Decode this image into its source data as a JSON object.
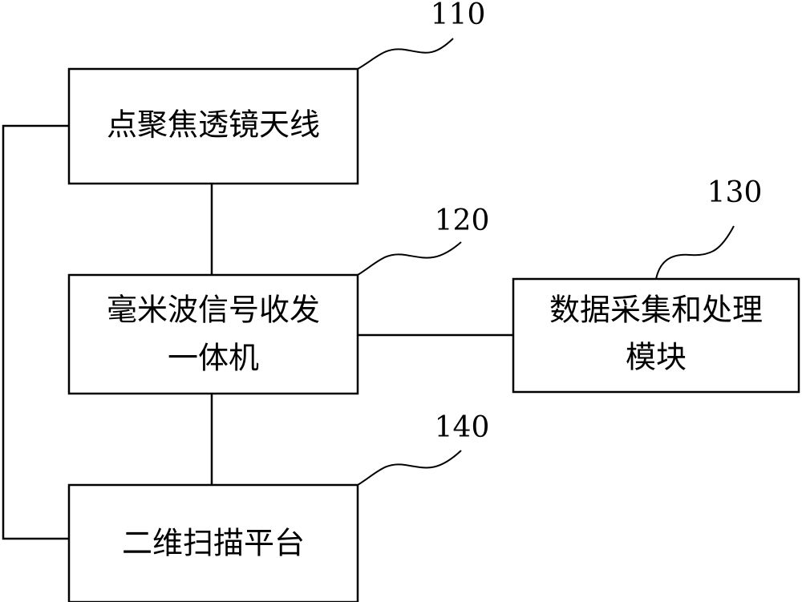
{
  "diagram": {
    "nodes": {
      "antenna": {
        "lines": [
          "点聚焦透镜天线"
        ],
        "ref": "110"
      },
      "transceiver": {
        "lines": [
          "毫米波信号收发",
          "一体机"
        ],
        "ref": "120"
      },
      "daq": {
        "lines": [
          "数据采集和处理",
          "模块"
        ],
        "ref": "130"
      },
      "scanner": {
        "lines": [
          "二维扫描平台"
        ],
        "ref": "140"
      }
    },
    "colors": {
      "stroke": "#000000",
      "background": "#ffffff"
    }
  }
}
